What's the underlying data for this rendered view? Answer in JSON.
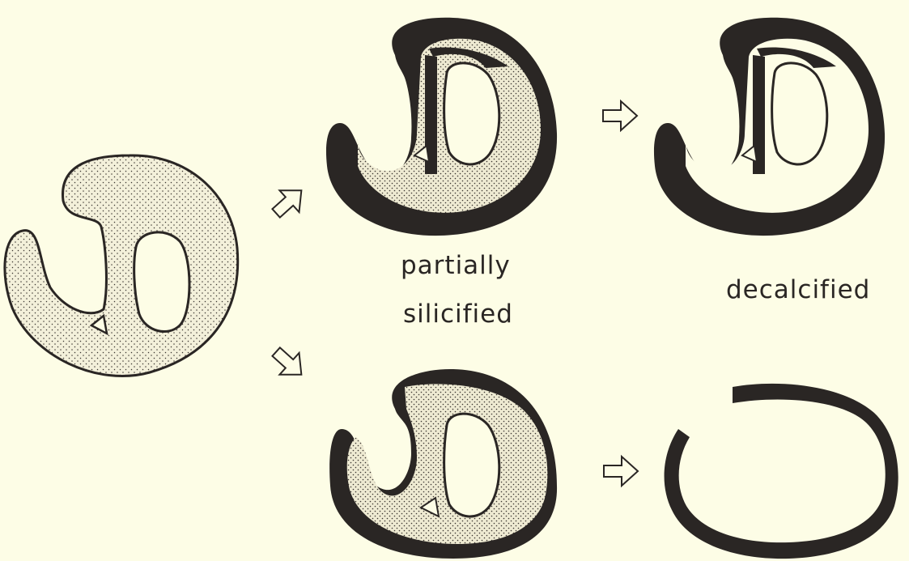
{
  "labels": {
    "partially": "partially",
    "silicified": "silicified",
    "decalcified": "decalcified"
  },
  "colors": {
    "background": "#fdfde6",
    "fill": "#f3f0da",
    "dark": "#2a2624",
    "stipple": "#3a3430"
  },
  "icons": {
    "arrow": "outlined-arrow-icon"
  }
}
